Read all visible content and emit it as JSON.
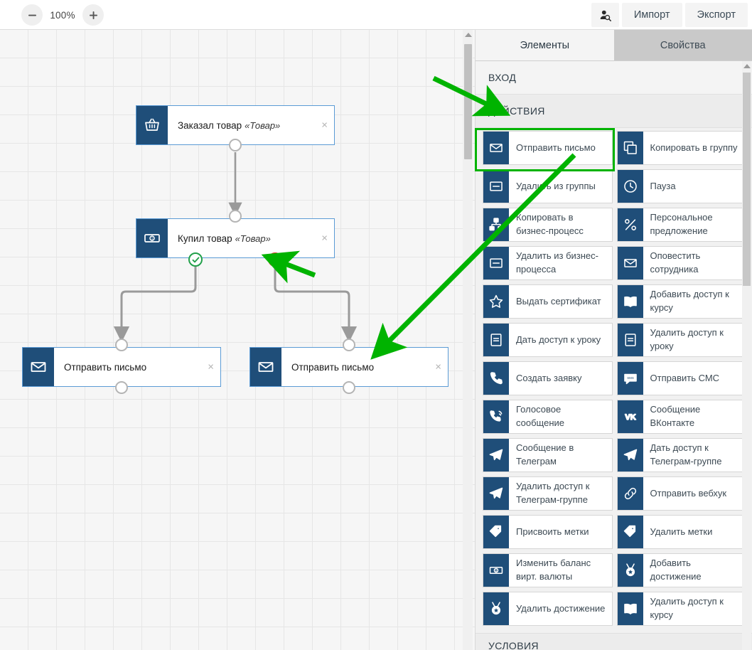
{
  "toolbar": {
    "zoom_out_label": "−",
    "zoom_level": "100%",
    "zoom_in_label": "+",
    "user_search_icon": "user-search-icon",
    "import_label": "Импорт",
    "export_label": "Экспорт"
  },
  "canvas": {
    "nodes": [
      {
        "id": "n1",
        "icon": "basket-icon",
        "label": "Заказал товар",
        "quoted": "«Товар»",
        "close": "×"
      },
      {
        "id": "n2",
        "icon": "banknote-icon",
        "label": "Купил товар",
        "quoted": "«Товар»",
        "close": "×"
      },
      {
        "id": "n3",
        "icon": "envelope-icon",
        "label": "Отправить письмо",
        "quoted": "",
        "close": "×"
      },
      {
        "id": "n4",
        "icon": "envelope-icon",
        "label": "Отправить письмо",
        "quoted": "",
        "close": "×"
      }
    ],
    "ports": {
      "success": "check-port-icon",
      "failure": "cross-port-icon"
    }
  },
  "panel": {
    "tabs": [
      {
        "label": "Элементы",
        "active": true
      },
      {
        "label": "Свойства",
        "active": false
      }
    ],
    "sections": {
      "entry": "ВХОД",
      "actions": "ДЕЙСТВИЯ",
      "conditions": "УСЛОВИЯ"
    },
    "actions": [
      {
        "label": "Отправить письмо",
        "icon": "envelope-icon",
        "highlighted": true
      },
      {
        "label": "Копировать в группу",
        "icon": "copy-icon"
      },
      {
        "label": "Удалить из группы",
        "icon": "minus-box-icon"
      },
      {
        "label": "Пауза",
        "icon": "clock-icon"
      },
      {
        "label": "Копировать в бизнес-процесс",
        "icon": "sitemap-icon"
      },
      {
        "label": "Персональное предложение",
        "icon": "percent-icon"
      },
      {
        "label": "Удалить из бизнес-процесса",
        "icon": "minus-box-icon"
      },
      {
        "label": "Оповестить сотрудника",
        "icon": "envelope-icon"
      },
      {
        "label": "Выдать сертификат",
        "icon": "star-icon"
      },
      {
        "label": "Добавить доступ к курсу",
        "icon": "book-open-icon"
      },
      {
        "label": "Дать доступ к уроку",
        "icon": "document-icon"
      },
      {
        "label": "Удалить доступ к уроку",
        "icon": "document-icon"
      },
      {
        "label": "Создать заявку",
        "icon": "phone-icon"
      },
      {
        "label": "Отправить СМС",
        "icon": "sms-icon"
      },
      {
        "label": "Голосовое сообщение",
        "icon": "phone-ring-icon"
      },
      {
        "label": "Сообщение ВКонтакте",
        "icon": "vk-icon"
      },
      {
        "label": "Сообщение в Телеграм",
        "icon": "telegram-icon"
      },
      {
        "label": "Дать доступ к Телеграм-группе",
        "icon": "telegram-icon"
      },
      {
        "label": "Удалить доступ к Телеграм-группе",
        "icon": "telegram-icon"
      },
      {
        "label": "Отправить вебхук",
        "icon": "link-icon"
      },
      {
        "label": "Присвоить метки",
        "icon": "tag-icon"
      },
      {
        "label": "Удалить метки",
        "icon": "tag-icon"
      },
      {
        "label": "Изменить баланс вирт. валюты",
        "icon": "banknote-icon"
      },
      {
        "label": "Добавить достижение",
        "icon": "medal-icon"
      },
      {
        "label": "Удалить достижение",
        "icon": "medal-icon"
      },
      {
        "label": "Удалить доступ к курсу",
        "icon": "book-open-icon"
      }
    ]
  },
  "annotations": {
    "highlight_color": "#00b300",
    "arrows": [
      {
        "name": "arrow-to-actions-section"
      },
      {
        "name": "arrow-to-send-email-action"
      },
      {
        "name": "arrow-to-failure-port"
      }
    ]
  },
  "colors": {
    "icon_tile": "#1f4e79",
    "node_border": "#5b9bd5",
    "success": "#22a04a",
    "failure": "#e23a2e",
    "annotation": "#00b300"
  }
}
